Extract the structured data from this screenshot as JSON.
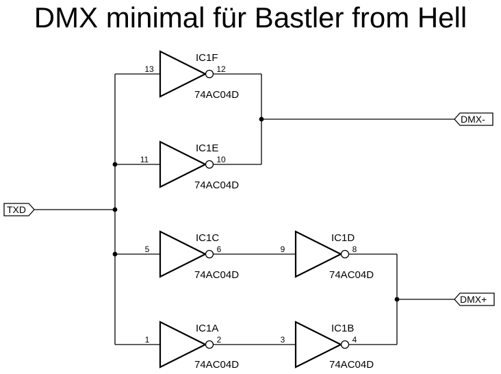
{
  "title": "DMX minimal für Bastler from Hell",
  "ports": {
    "txd": "TXD",
    "dmx_minus": "DMX-",
    "dmx_plus": "DMX+"
  },
  "gates": {
    "ic1f": {
      "name": "IC1F",
      "part": "74AC04D",
      "pin_in": "13",
      "pin_out": "12"
    },
    "ic1e": {
      "name": "IC1E",
      "part": "74AC04D",
      "pin_in": "11",
      "pin_out": "10"
    },
    "ic1c": {
      "name": "IC1C",
      "part": "74AC04D",
      "pin_in": "5",
      "pin_out": "6"
    },
    "ic1d": {
      "name": "IC1D",
      "part": "74AC04D",
      "pin_in": "9",
      "pin_out": "8"
    },
    "ic1a": {
      "name": "IC1A",
      "part": "74AC04D",
      "pin_in": "1",
      "pin_out": "2"
    },
    "ic1b": {
      "name": "IC1B",
      "part": "74AC04D",
      "pin_in": "3",
      "pin_out": "4"
    }
  }
}
